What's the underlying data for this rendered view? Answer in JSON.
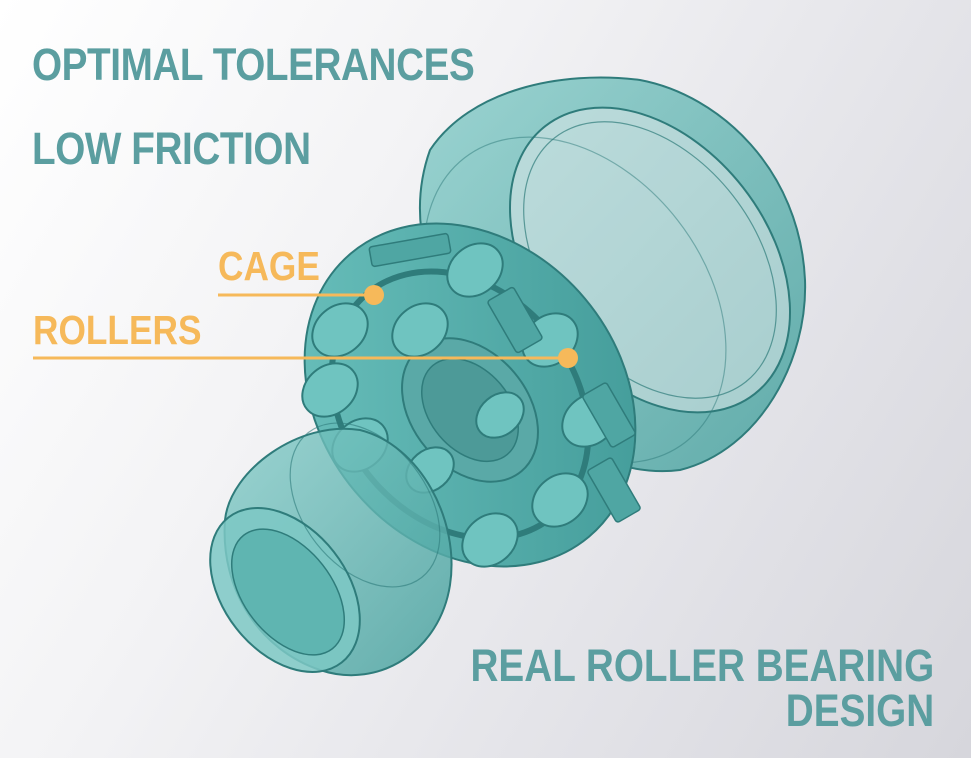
{
  "headline_1": "OPTIMAL TOLERANCES",
  "headline_2": "LOW FRICTION",
  "callouts": {
    "cage": "CAGE",
    "rollers": "ROLLERS"
  },
  "tagline": {
    "line1": "REAL ROLLER BEARING",
    "line2": "DESIGN"
  },
  "colors": {
    "text_teal": "#5b9ea0",
    "callout_orange": "#f6b95a",
    "part_teal": "#5ab3b0",
    "part_edge": "#2f7c7b"
  }
}
